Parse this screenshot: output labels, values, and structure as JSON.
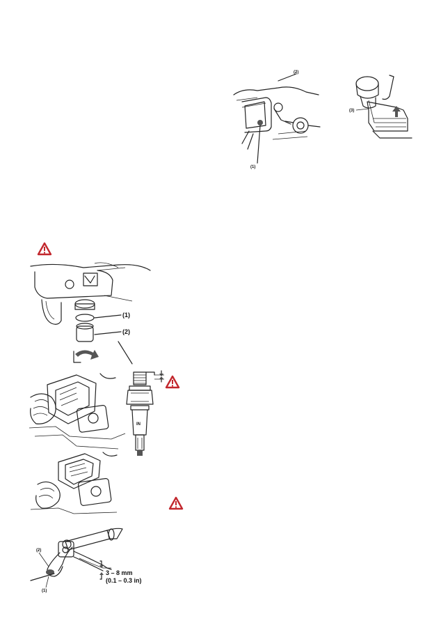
{
  "colors": {
    "warning_red": "#c2272d",
    "ink": "#222222",
    "paper": "#ffffff"
  },
  "figures": {
    "fuel_valve": {
      "label_1": "(1)",
      "label_2": "(2)"
    },
    "oil_filler": {
      "label_3": "(3)"
    },
    "sediment_cup": {
      "label_1": "(1)",
      "label_2": "(2)"
    },
    "spark_plug": {
      "plug_mark": "IN"
    },
    "clutch_lever": {
      "label_1": "(1)",
      "label_2": "(2)",
      "freeplay_mm": "3 – 8 mm",
      "freeplay_in": "(0.1 – 0.3 in)"
    }
  },
  "icons": [
    "warning-triangle-icon",
    "warning-triangle-icon",
    "warning-triangle-icon",
    "rotate-arrow-icon",
    "up-arrow-icon"
  ]
}
